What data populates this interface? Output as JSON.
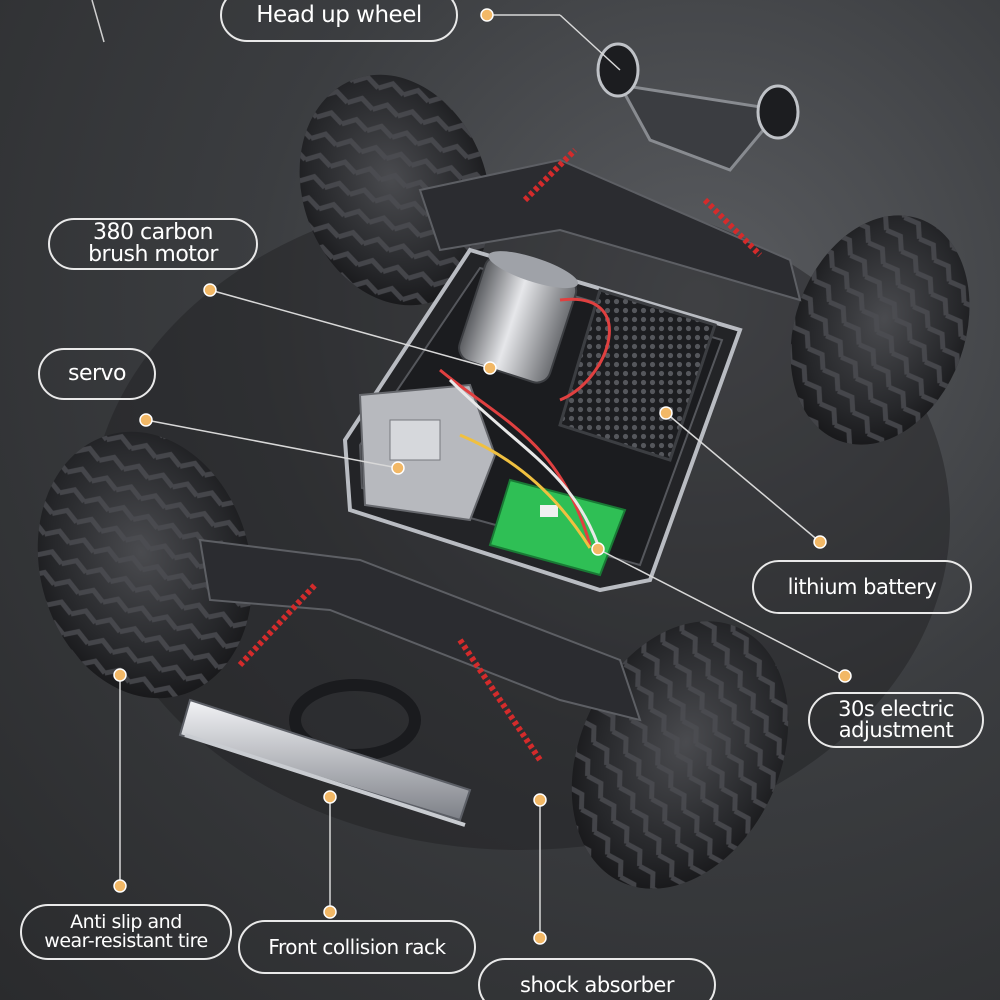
{
  "colors": {
    "line": "#d8d8d8",
    "dot": "#f2b866",
    "spring": "#d42b2b",
    "pcb": "#2fbf55",
    "label_border": "#e9e9e9"
  },
  "labels": {
    "head_up_wheel": "Head up wheel",
    "motor": "380 carbon\nbrush motor",
    "servo": "servo",
    "battery": "lithium battery",
    "electric_adjustment": "30s electric\nadjustment",
    "tire": "Anti slip and\nwear-resistant tire",
    "front_rack": "Front collision rack",
    "shock_absorber": "shock absorber"
  }
}
